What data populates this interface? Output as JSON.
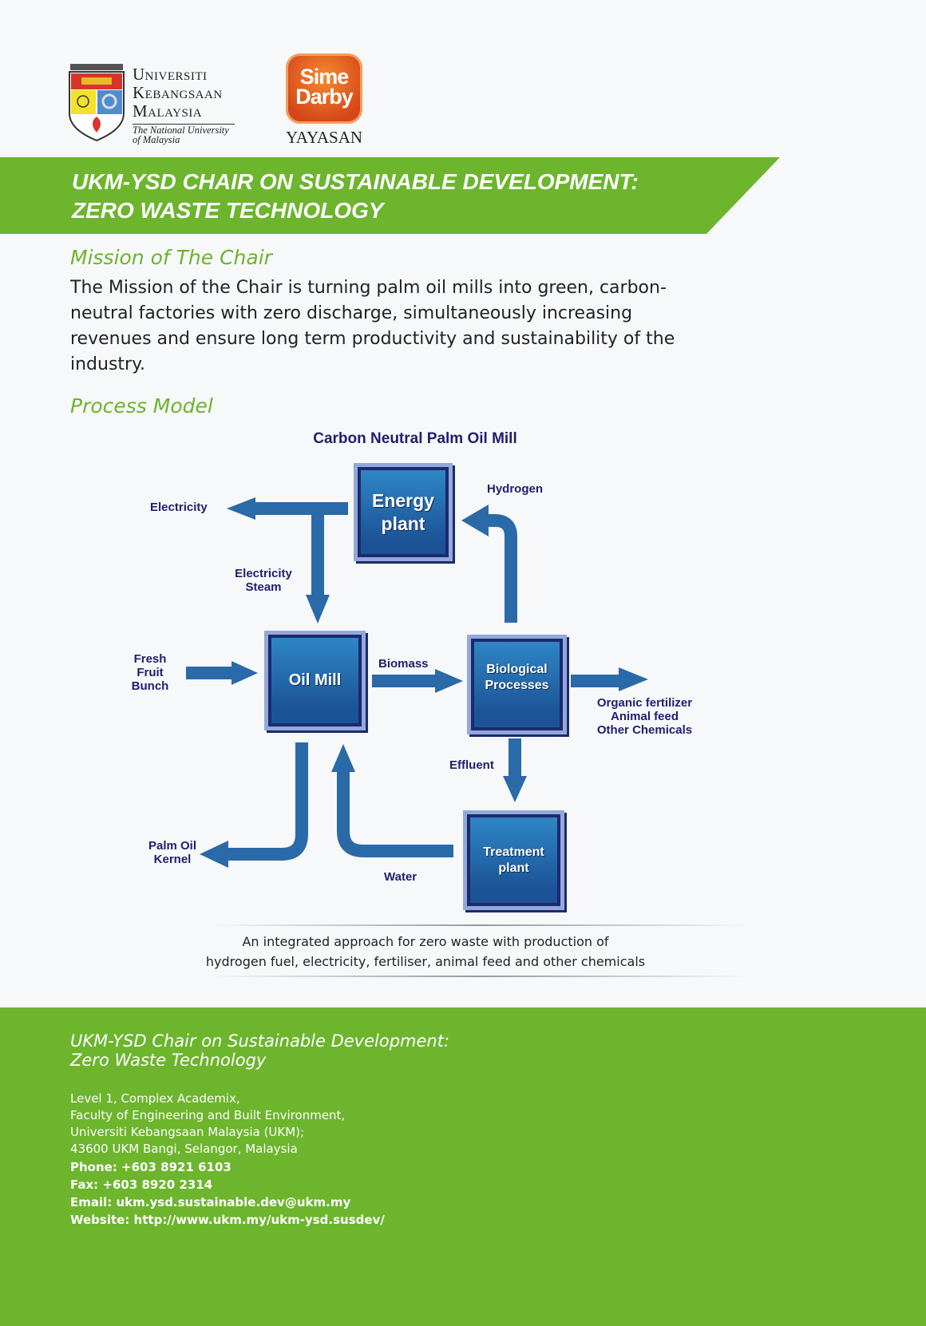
{
  "header": {
    "ukm": {
      "line1": "Universiti",
      "line2": "Kebangsaan",
      "line3": "Malaysia",
      "tagline1": "The National University",
      "tagline2": "of Malaysia"
    },
    "sime": {
      "line1": "Sime",
      "line2": "Darby",
      "sub": "YAYASAN"
    },
    "banner_line1": "UKM-YSD CHAIR ON SUSTAINABLE DEVELOPMENT:",
    "banner_line2": "ZERO WASTE TECHNOLOGY"
  },
  "mission": {
    "heading": "Mission of The Chair",
    "body": "The Mission of the Chair is turning palm oil mills into green, carbon-neutral factories with zero discharge, simultaneously increasing revenues and ensure long term productivity and sustainability of the industry."
  },
  "process": {
    "heading": "Process Model",
    "diagram_title": "Carbon Neutral Palm Oil Mill",
    "boxes": {
      "energy": [
        "Energy",
        "plant"
      ],
      "oil_mill": "Oil Mill",
      "bio": [
        "Biological",
        "Processes"
      ],
      "treatment": [
        "Treatment",
        "plant"
      ]
    },
    "labels": {
      "electricity": "Electricity",
      "elec_steam": [
        "Electricity",
        "Steam"
      ],
      "hydrogen": "Hydrogen",
      "ffb": [
        "Fresh",
        "Fruit",
        "Bunch"
      ],
      "biomass": "Biomass",
      "outputs": [
        "Organic fertilizer",
        "Animal feed",
        "Other Chemicals"
      ],
      "effluent": "Effluent",
      "kernel": [
        "Palm Oil",
        "Kernel"
      ],
      "water": "Water"
    },
    "caption1": "An integrated approach for zero waste with production of",
    "caption2": "hydrogen fuel, electricity, fertiliser, animal feed and other chemicals"
  },
  "footer": {
    "title1": "UKM-YSD Chair on Sustainable Development:",
    "title2": "Zero Waste Technology",
    "address": [
      "Level 1, Complex Academix,",
      "Faculty of Engineering and Built Environment,",
      "Universiti Kebangsaan Malaysia (UKM);",
      "43600 UKM Bangi, Selangor, Malaysia"
    ],
    "phone": "Phone: +603 8921 6103",
    "fax": "Fax: +603 8920 2314",
    "email": "Email: ukm.ysd.sustainable.dev@ukm.my",
    "website": "Website: http://www.ukm.my/ukm-ysd.susdev/"
  },
  "colors": {
    "green": "#6cb52d",
    "arrow": "#2a6aa8",
    "navy": "#1e1f6e",
    "orange": "#e0561e"
  }
}
